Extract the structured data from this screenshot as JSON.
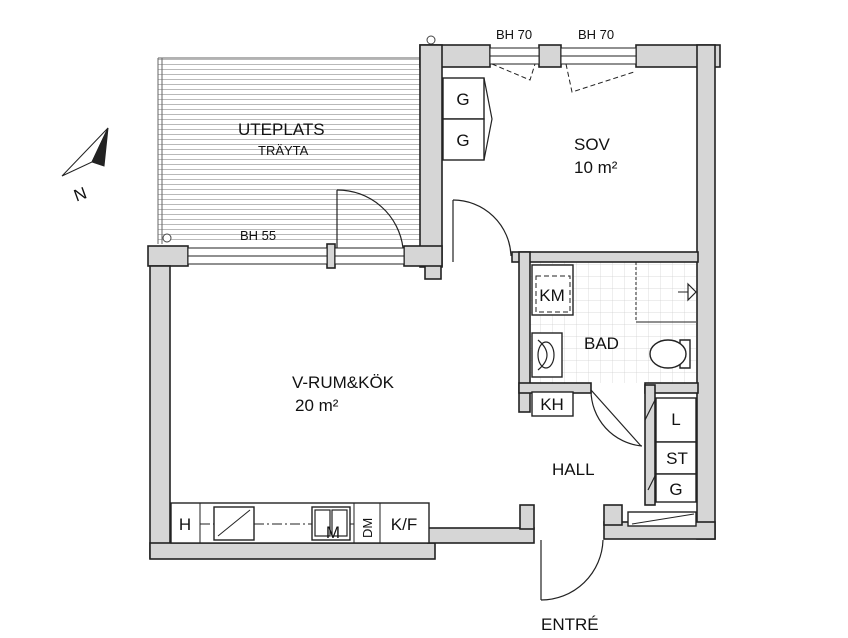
{
  "rooms": {
    "terrace": {
      "name": "UTEPLATS",
      "material": "TRÄYTA"
    },
    "bedroom": {
      "name": "SOV",
      "area": "10 m²"
    },
    "living": {
      "name": "V-RUM&KÖK",
      "area": "20 m²"
    },
    "bathroom": {
      "name": "BAD"
    },
    "hall": {
      "name": "HALL"
    }
  },
  "windows": {
    "bed_left": "BH 70",
    "bed_right": "BH 70",
    "living": "BH 55"
  },
  "fixtures": {
    "wardrobe_1": "G",
    "wardrobe_2": "G",
    "washer": "KM",
    "linen": "L",
    "cleaning": "ST",
    "hall_wardrobe": "G",
    "hall_cabinet": "KH",
    "stove": "H",
    "microwave": "M",
    "dishwasher": "DM",
    "fridge_freezer": "K/F"
  },
  "compass": {
    "label": "N"
  },
  "entrance": {
    "label": "ENTRÉ"
  }
}
